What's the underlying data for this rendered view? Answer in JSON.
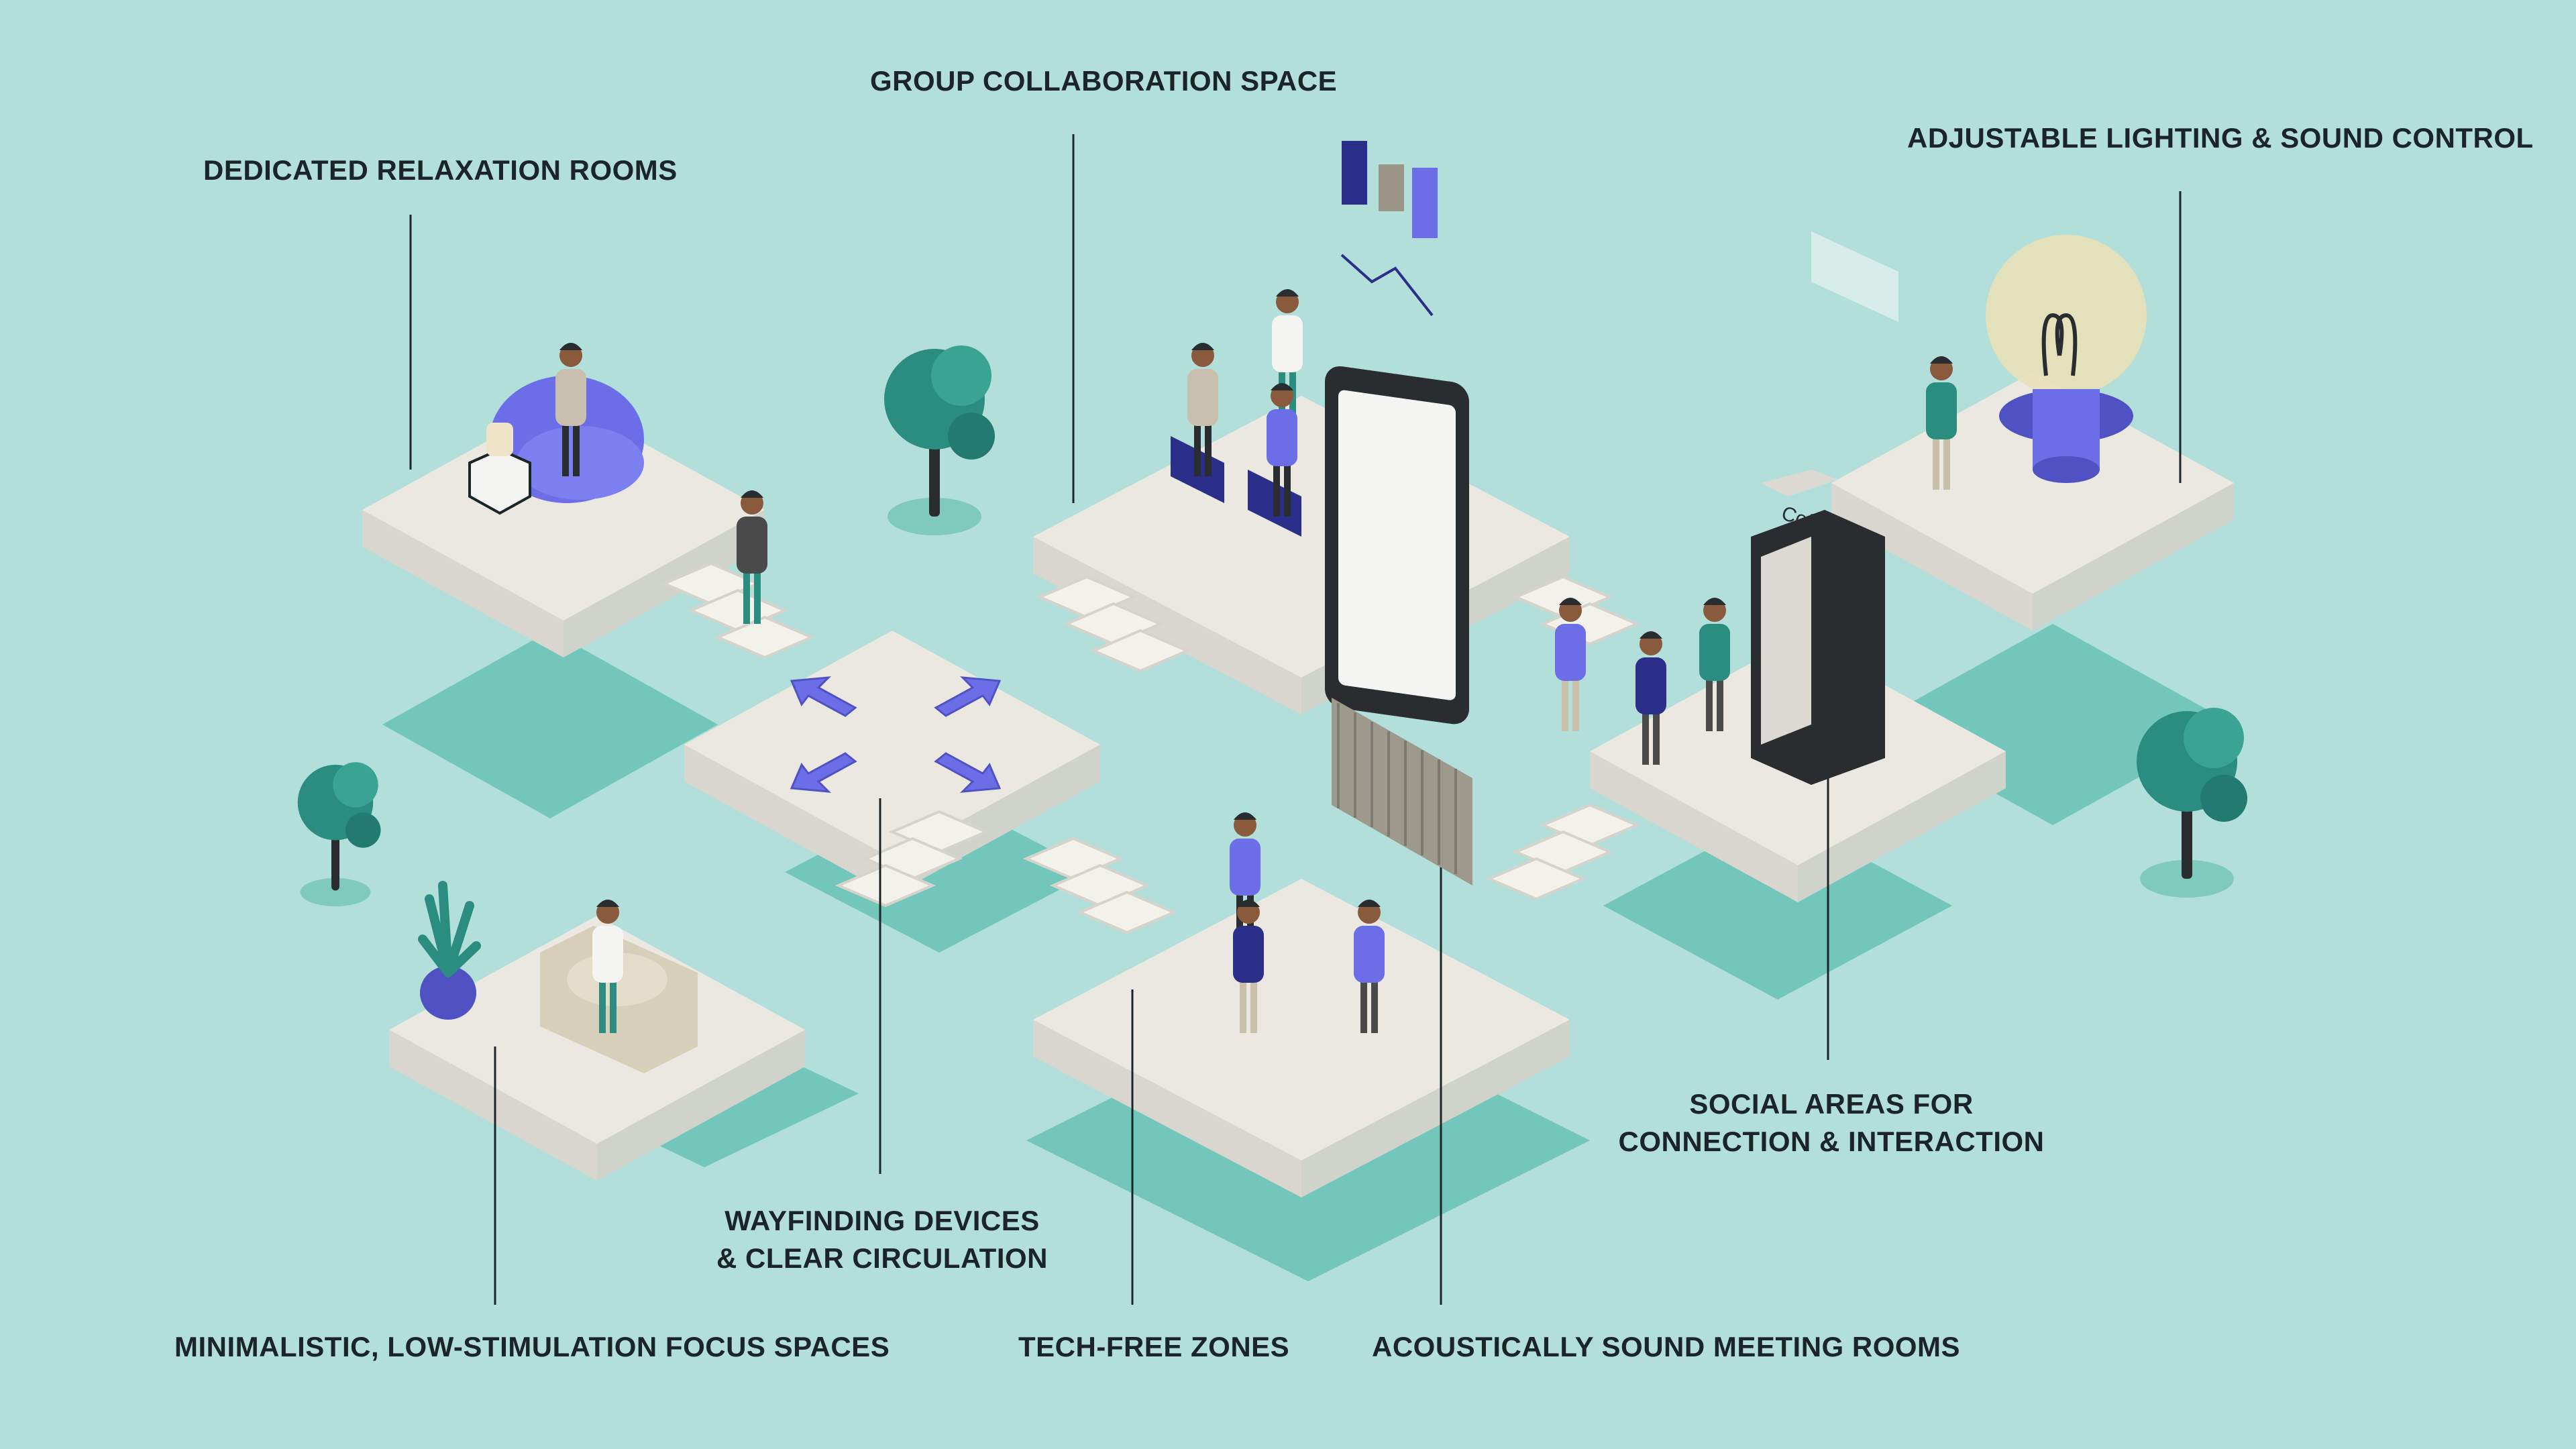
{
  "diagram": {
    "background_color": "#b2dfd9",
    "accent_color": "#6c6ee8",
    "platform_color": "#ebe8e1",
    "platform_shadow_color": "#c7d5cf",
    "floor_shadow_color": "#6cc4b6",
    "tree_color": "#2b8c80",
    "dark_color": "#2a2d30",
    "labels": {
      "relaxation": "DEDICATED RELAXATION ROOMS",
      "collaboration": "GROUP COLLABORATION SPACE",
      "lighting": "ADJUSTABLE LIGHTING & SOUND CONTROL",
      "social_line1": "SOCIAL AREAS FOR",
      "social_line2": "CONNECTION & INTERACTION",
      "wayfinding_line1": "WAYFINDING DEVICES",
      "wayfinding_line2": "& CLEAR CIRCULATION",
      "focus": "MINIMALISTIC, LOW-STIMULATION FOCUS SPACES",
      "tech_free": "TECH-FREE ZONES",
      "acoustic": "ACOUSTICALLY SOUND MEETING ROOMS"
    },
    "coffee_sign": "Coffee",
    "icons": [
      "tree-icon",
      "arrows-icon",
      "lightbulb-icon",
      "tablet-icon",
      "coffee-machine-icon",
      "acoustic-panel-icon",
      "beanbag-icon",
      "armchair-icon",
      "plant-icon",
      "chat-bubble-icon"
    ]
  }
}
